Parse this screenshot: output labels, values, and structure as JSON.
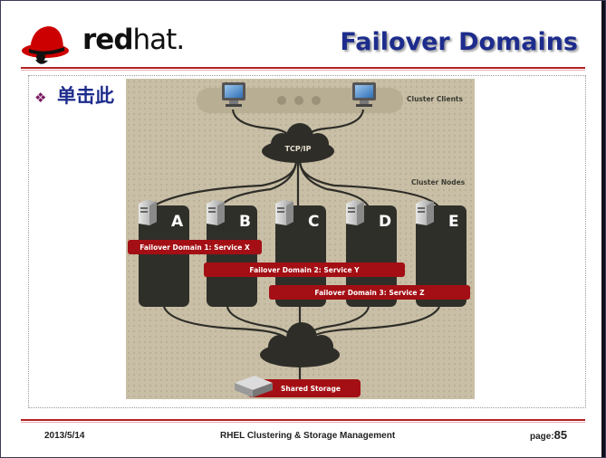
{
  "header": {
    "logo_text_bold": "red",
    "logo_text_normal": "hat.",
    "title": "Failover Domains"
  },
  "content": {
    "bullet_symbol": "❖",
    "bullet_text": "单击此"
  },
  "diagram": {
    "cluster_clients_label": "Cluster Clients",
    "tcpip_label": "TCP/IP",
    "cluster_nodes_label": "Cluster Nodes",
    "nodes": [
      "A",
      "B",
      "C",
      "D",
      "E"
    ],
    "failover_domains": [
      "Failover Domain 1: Service X",
      "Failover Domain 2: Service Y",
      "Failover Domain 3: Service Z"
    ],
    "shared_storage_label": "Shared Storage",
    "colors": {
      "background": "#c9bfa6",
      "node_body": "#2f2f2a",
      "domain_bar": "#a30f14",
      "cloud": "#2e2d28",
      "wire": "#2e2d28"
    },
    "icons": [
      "monitor-icon",
      "server-icon",
      "cloud-icon",
      "storage-drive-icon"
    ]
  },
  "footer": {
    "date": "2013/5/14",
    "course": "RHEL Clustering & Storage Management",
    "page_label": "page:",
    "page_number": "85"
  }
}
